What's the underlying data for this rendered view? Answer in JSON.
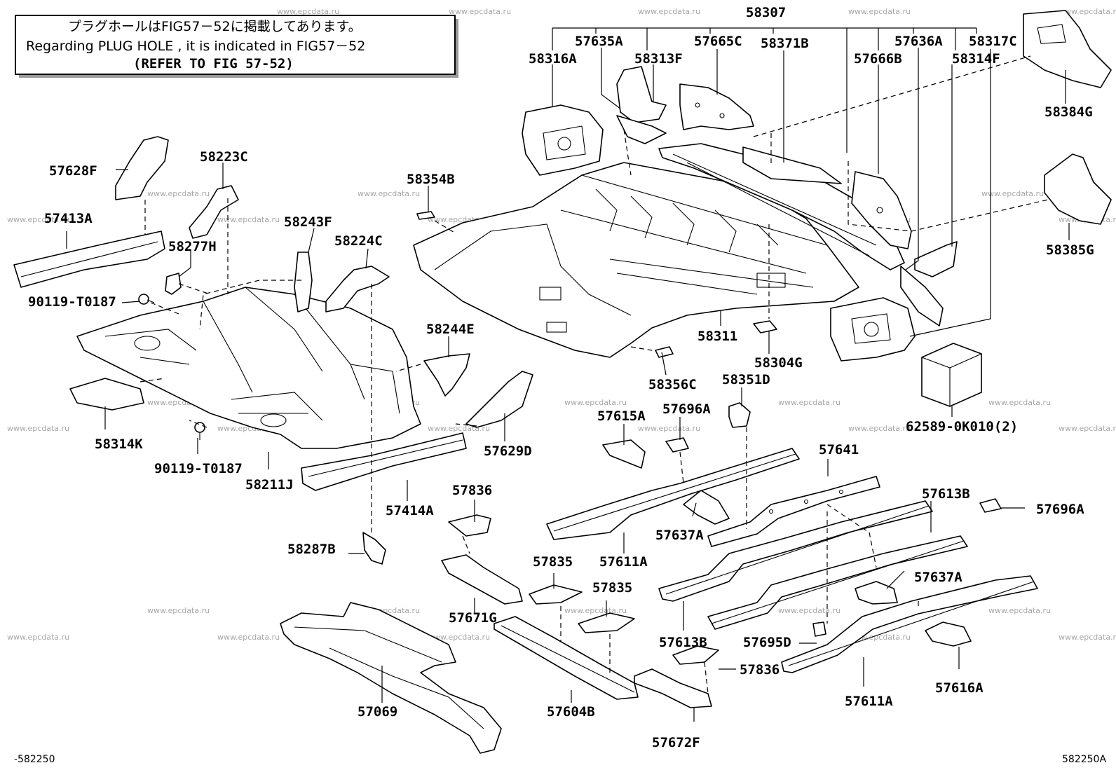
{
  "note": {
    "line1": "プラグホールはFIG57－52に掲載してあります。",
    "line2": "Regarding PLUG HOLE , it is indicated in FIG57－52",
    "line3": "(REFER TO FIG 57-52)"
  },
  "watermark": "www.epcdata.ru",
  "figure_code_left": "-582250",
  "figure_code_right": "582250A",
  "labels": {
    "p58307": "58307",
    "p57635A": "57635A",
    "p57665C": "57665C",
    "p57636A": "57636A",
    "p58317C": "58317C",
    "p58316A": "58316A",
    "p58313F": "58313F",
    "p58371B": "58371B",
    "p57666B": "57666B",
    "p58314F": "58314F",
    "p58384G": "58384G",
    "p57628F": "57628F",
    "p58223C": "58223C",
    "p58354B": "58354B",
    "p57413A": "57413A",
    "p58243F": "58243F",
    "p58224C": "58224C",
    "p58277H": "58277H",
    "p90119T0187a": "90119-T0187",
    "p58385G": "58385G",
    "p58244E": "58244E",
    "p58311": "58311",
    "p58304G": "58304G",
    "p58356C": "58356C",
    "p58351D": "58351D",
    "p62589": "62589-0K010(2)",
    "p58314K": "58314K",
    "p57629D": "57629D",
    "p57615A": "57615A",
    "p57696Aa": "57696A",
    "p57641": "57641",
    "p90119T0187b": "90119-T0187",
    "p58211J": "58211J",
    "p57414A": "57414A",
    "p57836a": "57836",
    "p57613Ba": "57613B",
    "p57696Ab": "57696A",
    "p57637Aa": "57637A",
    "p58287B": "58287B",
    "p57611Aa": "57611A",
    "p57835a": "57835",
    "p57835b": "57835",
    "p57637Ab": "57637A",
    "p57671G": "57671G",
    "p57613Bb": "57613B",
    "p57695D": "57695D",
    "p57836b": "57836",
    "p57069": "57069",
    "p57604B": "57604B",
    "p57616A": "57616A",
    "p57611Ab": "57611A",
    "p57672F": "57672F"
  }
}
